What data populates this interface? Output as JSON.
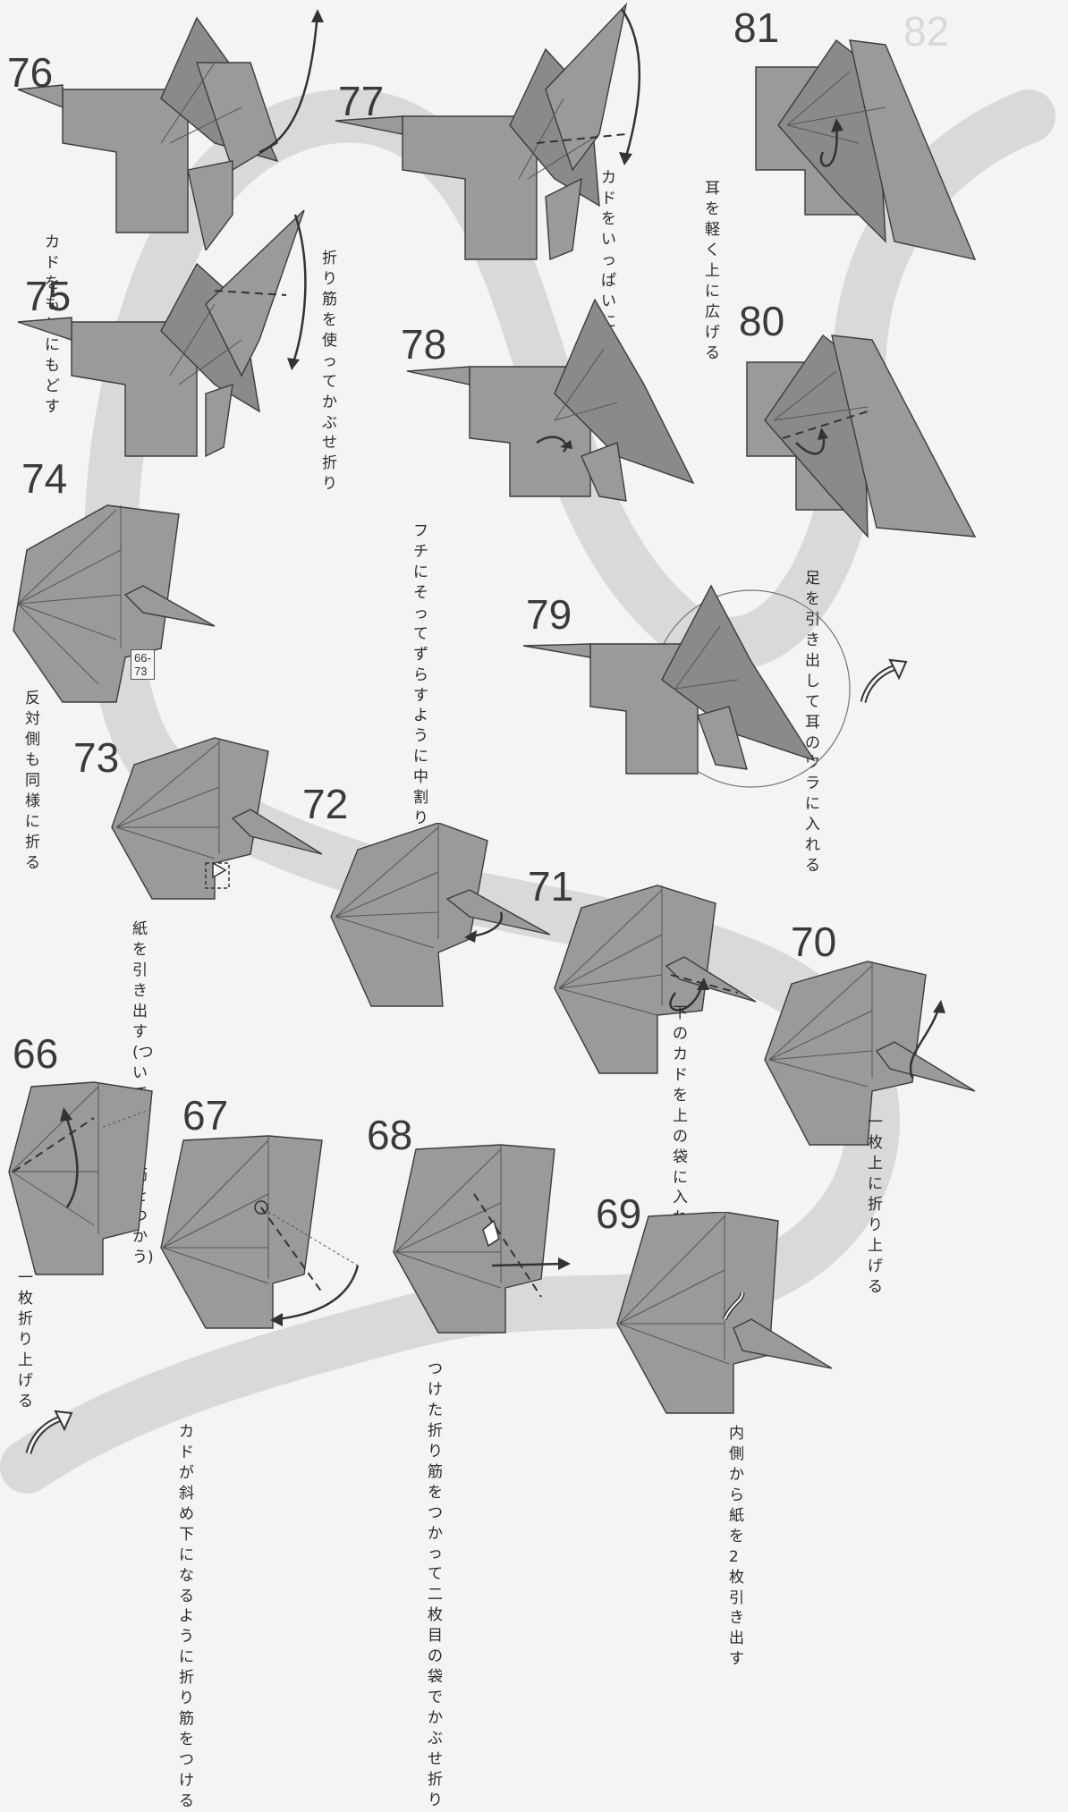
{
  "steps": [
    {
      "id": "76",
      "number": "76",
      "caption": "カドをもとにもどす"
    },
    {
      "id": "77",
      "number": "77",
      "caption": "カドを\nいっぱいに\n折り下げる"
    },
    {
      "id": "81",
      "number": "81",
      "caption": "耳を軽く\n上に広げる"
    },
    {
      "id": "75",
      "number": "75",
      "caption": "折り筋を\n使って\nかぶせ折り"
    },
    {
      "id": "78",
      "number": "78",
      "caption": "フチにそってずらすように中割り折り"
    },
    {
      "id": "80",
      "number": "80",
      "caption": "足を引き出して\n耳のウラに入れる"
    },
    {
      "id": "74",
      "number": "74",
      "caption": "反対側も同様に折る",
      "ref": "66-73"
    },
    {
      "id": "79",
      "number": "79",
      "caption": ""
    },
    {
      "id": "73",
      "number": "73",
      "caption": "紙を引き出す\n(ついてる折り筋を\nつかう)"
    },
    {
      "id": "72",
      "number": "72",
      "caption": ""
    },
    {
      "id": "71",
      "number": "71",
      "caption": "下のカドを\n上の袋に\n入れる"
    },
    {
      "id": "70",
      "number": "70",
      "caption": "一枚上に\n折り上げる"
    },
    {
      "id": "66",
      "number": "66",
      "caption": "一枚\n折り上げる"
    },
    {
      "id": "67",
      "number": "67",
      "caption": "カドが斜め下に\nなるように\n折り筋をつける"
    },
    {
      "id": "68",
      "number": "68",
      "caption": "つけた\n折り筋を\nつかって\n二枚目の袋で\nかぶせ折り"
    },
    {
      "id": "69",
      "number": "69",
      "caption": "内側から紙を\n2枚引き出す"
    }
  ],
  "colors": {
    "paper": "#9a9a9a",
    "path": "#d6d6d6",
    "ink": "#333333"
  }
}
